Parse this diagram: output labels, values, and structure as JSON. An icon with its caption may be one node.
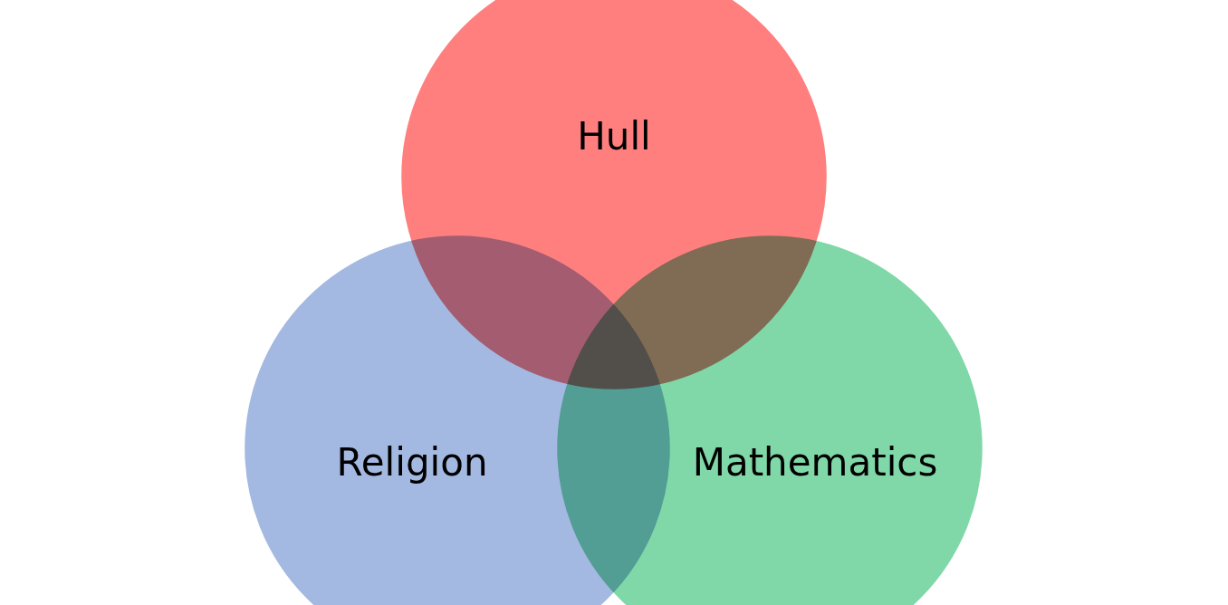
{
  "diagram": {
    "nodes": [
      {
        "text": [
          "Hull"
        ]
      },
      {
        "text": [
          "Religion"
        ]
      },
      {
        "text": [
          "Mathematics"
        ]
      }
    ]
  }
}
